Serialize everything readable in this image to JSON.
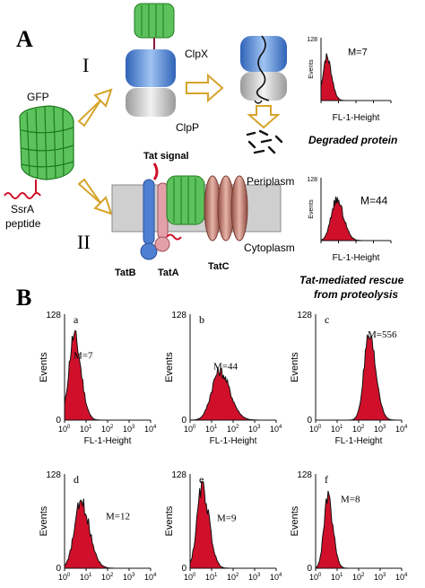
{
  "panelA": {
    "label": "A",
    "route1": "I",
    "route2": "II",
    "gfp": "GFP",
    "ssra_line1": "SsrA",
    "ssra_line2": "peptide",
    "clpx": "ClpX",
    "clpp": "ClpP",
    "tat_signal": "Tat signal",
    "periplasm": "Periplasm",
    "cytoplasm": "Cytoplasm",
    "tatb": "TatB",
    "tata": "TatA",
    "tatc": "TatC",
    "hist1": {
      "events": "Events",
      "y128": "128",
      "m": "M=7",
      "xlabel": "FL-1-Height",
      "caption": "Degraded protein"
    },
    "hist2": {
      "events": "Events",
      "y128": "128",
      "m": "M=44",
      "xlabel": "FL-1-Height",
      "caption_line1": "Tat-mediated rescue",
      "caption_line2": "from proteolysis"
    }
  },
  "panelB": {
    "label": "B",
    "yaxis_title": "Events",
    "ytick_top": "128",
    "ytick_bottom": "0",
    "xticks": [
      "10",
      "10",
      "10",
      "10",
      "10"
    ],
    "xtick_exponents": [
      "0",
      "1",
      "2",
      "3",
      "4"
    ],
    "plots": [
      {
        "letter": "a",
        "m": "M=7",
        "xlabel": "FL-1-Height"
      },
      {
        "letter": "b",
        "m": "M=44",
        "xlabel": "FL-1-Height"
      },
      {
        "letter": "c",
        "m": "M=556",
        "xlabel": "FL-1-Height"
      },
      {
        "letter": "d",
        "m": "M=12",
        "xlabel": "FL1-Height"
      },
      {
        "letter": "e",
        "m": "M=9",
        "xlabel": "FL1-Height"
      },
      {
        "letter": "f",
        "m": "M=8",
        "xlabel": "FL1-Height"
      }
    ]
  },
  "colors": {
    "fill": "#d0102a",
    "gfp": "#3cab3c",
    "clpx": "#5b8fd6",
    "clpp": "#c8c8c8",
    "membrane": "#cfcfcf"
  }
}
